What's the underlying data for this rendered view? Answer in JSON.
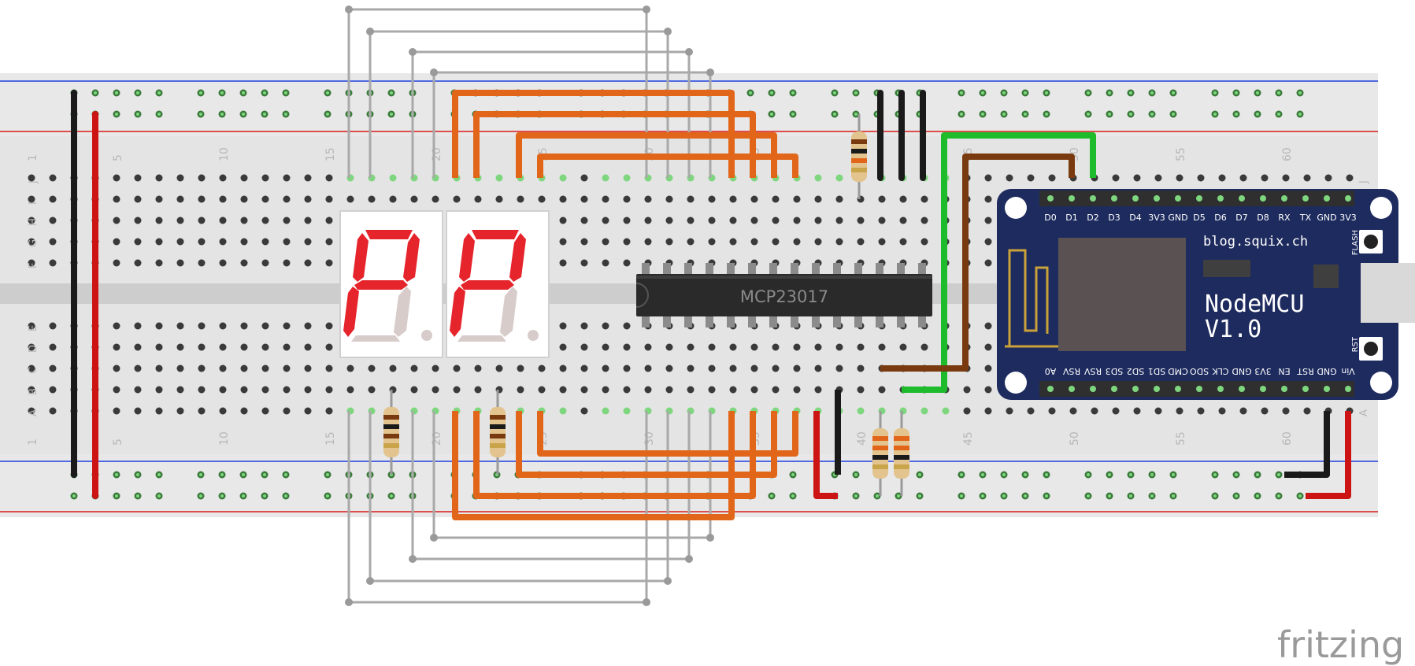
{
  "title": "",
  "board": {
    "row_letters_top": [
      "J",
      "I",
      "H",
      "G",
      "F"
    ],
    "row_letters_bottom": [
      "E",
      "D",
      "C",
      "B",
      "A"
    ],
    "column_numbers": [
      "1",
      "5",
      "10",
      "15",
      "20",
      "25",
      "30",
      "35",
      "40",
      "45",
      "50",
      "55",
      "60"
    ],
    "end_letter_top": "J",
    "end_letter_bottom": "A"
  },
  "chip": {
    "label": "MCP23017"
  },
  "mcu": {
    "site": "blog.squix.ch",
    "name_line1": "NodeMCU",
    "name_line2": "V1.0",
    "top_pins": [
      "D0",
      "D1",
      "D2",
      "D3",
      "D4",
      "3V3",
      "GND",
      "D5",
      "D6",
      "D7",
      "D8",
      "RX",
      "TX",
      "GND",
      "3V3"
    ],
    "bottom_pins": [
      "A0",
      "RSV",
      "RSV",
      "SD3",
      "SD2",
      "SD1",
      "CMD",
      "SDO",
      "CLK",
      "GND",
      "3V3",
      "EN",
      "RST",
      "GND",
      "Vin"
    ],
    "flash_label": "FLASH",
    "rst_label": "RST"
  },
  "watermark": "fritzing",
  "colors": {
    "board": "#e2e2e2",
    "rail_blue": "#1d3fe0",
    "rail_red": "#d81a1a",
    "wire_orange": "#e2661a",
    "wire_grey": "#a9a9a9",
    "wire_black": "#1a1a1a",
    "wire_red": "#cc1414",
    "wire_green": "#1ebb2d",
    "wire_brown": "#7a3a10",
    "segment_on": "#e5242b",
    "segment_off": "#d8cccb",
    "mcu_board": "#1e2b5e",
    "chip": "#2a2a2a"
  }
}
